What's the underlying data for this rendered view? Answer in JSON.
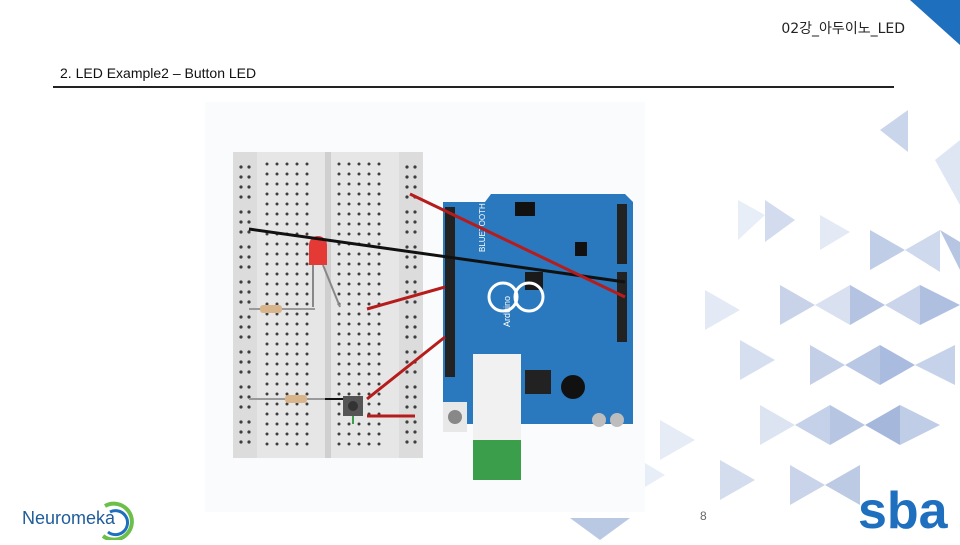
{
  "header": {
    "lecture_title": "02강_아두이노_LED"
  },
  "slide": {
    "section_title": "2. LED Example2 – Button LED",
    "page_number": "8"
  },
  "diagram": {
    "board_label": "BLUETOOTH",
    "board_brand": "Arduino"
  },
  "footer": {
    "left_logo_text": "Neuromeka",
    "right_logo_text": "sba"
  },
  "colors": {
    "accent_blue": "#1f6fbf",
    "triangle_light": "#e6ecf6",
    "triangle_mid": "#c2cfe6",
    "arduino_blue": "#2a78bd",
    "wire_red": "#b71c1c",
    "wire_black": "#111111"
  }
}
